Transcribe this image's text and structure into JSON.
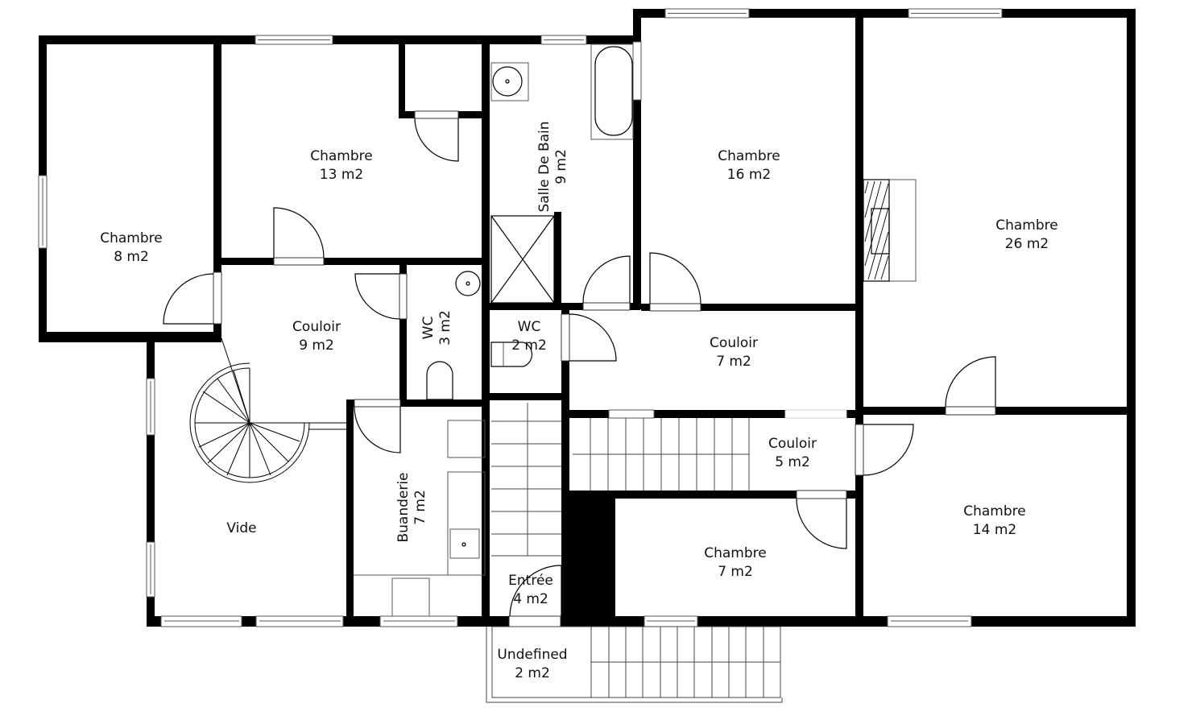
{
  "plan": {
    "type": "floor-plan",
    "wall_color": "#000000",
    "background": "#ffffff",
    "rooms": [
      {
        "id": "chambre-8",
        "name": "Chambre",
        "area": "8 m2"
      },
      {
        "id": "chambre-13",
        "name": "Chambre",
        "area": "13 m2"
      },
      {
        "id": "sdb-9",
        "name": "Salle De Bain",
        "area": "9 m2"
      },
      {
        "id": "chambre-16",
        "name": "Chambre",
        "area": "16 m2"
      },
      {
        "id": "chambre-26",
        "name": "Chambre",
        "area": "26 m2"
      },
      {
        "id": "couloir-9",
        "name": "Couloir",
        "area": "9 m2"
      },
      {
        "id": "wc-3",
        "name": "WC",
        "area": "3 m2"
      },
      {
        "id": "wc-2",
        "name": "WC",
        "area": "2 m2"
      },
      {
        "id": "couloir-7",
        "name": "Couloir",
        "area": "7 m2"
      },
      {
        "id": "couloir-5",
        "name": "Couloir",
        "area": "5 m2"
      },
      {
        "id": "chambre-14",
        "name": "Chambre",
        "area": "14 m2"
      },
      {
        "id": "chambre-7",
        "name": "Chambre",
        "area": "7 m2"
      },
      {
        "id": "buanderie-7",
        "name": "Buanderie",
        "area": "7 m2"
      },
      {
        "id": "vide",
        "name": "Vide",
        "area": ""
      },
      {
        "id": "entree-4",
        "name": "Entrée",
        "area": "4 m2"
      },
      {
        "id": "undefined-2",
        "name": "Undefined",
        "area": "2 m2"
      }
    ]
  }
}
